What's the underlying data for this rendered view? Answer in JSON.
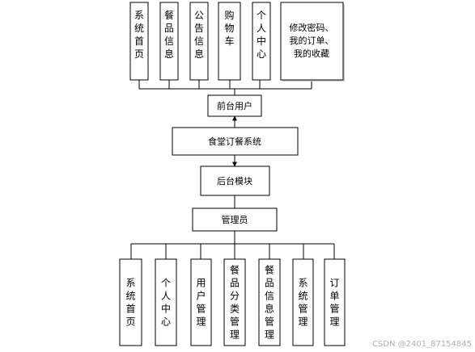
{
  "top_modules": [
    "系统首页",
    "餐品信息",
    "公告信息",
    "购物车",
    "个人中心"
  ],
  "top_extra": [
    "修改密码、",
    "我的订单、",
    "我的收藏"
  ],
  "front_user": "前台用户",
  "system": "食堂订餐系统",
  "backend": "后台模块",
  "admin": "管理员",
  "admin_modules": [
    "系统首页",
    "个人中心",
    "用户管理",
    "餐品分类管理",
    "餐品信息管理",
    "系统管理",
    "订单管理"
  ],
  "watermark": "CSDN @2401_87154845"
}
